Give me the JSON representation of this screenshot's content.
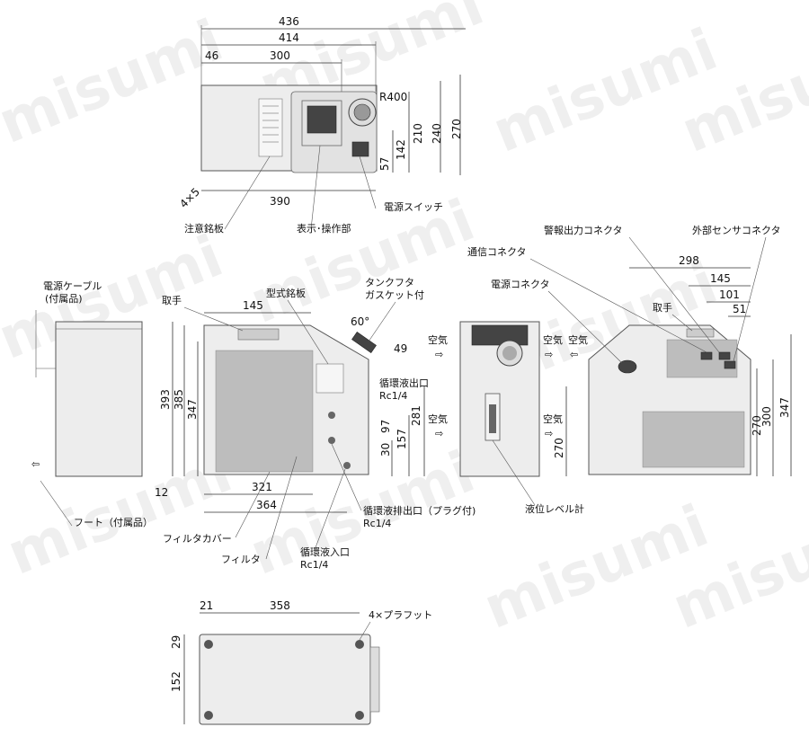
{
  "watermark": "misumi",
  "top_view": {
    "dims": {
      "w436": "436",
      "w414": "414",
      "w46": "46",
      "w300": "300",
      "r400": "R400",
      "h210": "210",
      "h240": "240",
      "h270": "270",
      "h142": "142",
      "h57": "57",
      "w390": "390",
      "holes": "4×5"
    },
    "callouts": {
      "caution_plate": "注意銘板",
      "display_panel": "表示･操作部",
      "power_switch": "電源スイッチ"
    }
  },
  "left_view": {
    "callouts": {
      "power_cable": "電源ケーブル",
      "power_cable_note": "(付属品)",
      "foot": "フート（付属品）"
    }
  },
  "front_view": {
    "dims": {
      "w145": "145",
      "h393": "393",
      "h385": "385",
      "h347": "347",
      "angle": "60°",
      "d49": "49",
      "h281": "281",
      "h157": "157",
      "h97": "97",
      "h30": "30",
      "w12": "12",
      "w321": "321",
      "w364": "364"
    },
    "callouts": {
      "handle": "取手",
      "model_plate": "型式銘板",
      "tank_cap": "タンクフタ",
      "tank_cap_note": "ガスケット付",
      "outlet": "循環液出口",
      "outlet_size": "Rc1/4",
      "drain": "循環液排出口（プラグ付)",
      "drain_size": "Rc1/4",
      "filter_cover": "フィルタカバー",
      "filter": "フィルタ",
      "inlet": "循環液入口",
      "inlet_size": "Rc1/4"
    }
  },
  "side_view": {
    "callouts": {
      "air_in_top": "空気",
      "air_in_mid": "空気",
      "air_out_top": "空気",
      "air_out_mid": "空気",
      "level_gauge": "液位レベル計"
    },
    "dims": {
      "h270": "270"
    }
  },
  "rear_view": {
    "callouts": {
      "power_connector": "電源コネクタ",
      "comm_connector": "通信コネクタ",
      "alarm_connector": "警報出力コネクタ",
      "ext_sensor_connector": "外部センサコネクタ",
      "handle": "取手",
      "air_out": "空気"
    },
    "dims": {
      "w298": "298",
      "w145": "145",
      "w101": "101",
      "w51": "51",
      "h270": "270",
      "h300": "300",
      "h347": "347"
    }
  },
  "bottom_view": {
    "dims": {
      "w21": "21",
      "w358": "358",
      "h29": "29",
      "h152": "152"
    },
    "callouts": {
      "rubber_feet": "4×プラフット"
    }
  }
}
